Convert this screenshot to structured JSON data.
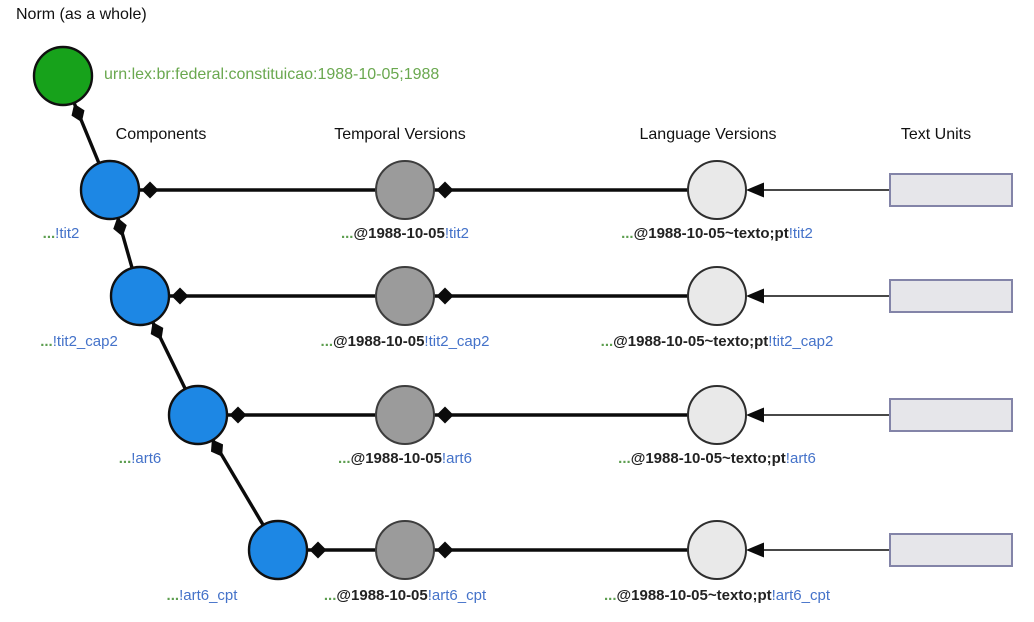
{
  "title": "Norm (as a whole)",
  "norm": {
    "urn": "urn:lex:br:federal:constituicao:1988-10-05;1988"
  },
  "columns": {
    "components": "Components",
    "temporal": "Temporal Versions",
    "language": "Language Versions",
    "text_units": "Text Units"
  },
  "rows": [
    {
      "component": {
        "prefix": "...",
        "fragment": "!tit2"
      },
      "temporal": {
        "prefix": "...",
        "version": "@1988-10-05",
        "fragment": "!tit2"
      },
      "language": {
        "prefix": "...",
        "version": "@1988-10-05~texto;pt",
        "fragment": "!tit2"
      }
    },
    {
      "component": {
        "prefix": "...",
        "fragment": "!tit2_cap2"
      },
      "temporal": {
        "prefix": "...",
        "version": "@1988-10-05",
        "fragment": "!tit2_cap2"
      },
      "language": {
        "prefix": "...",
        "version": "@1988-10-05~texto;pt",
        "fragment": "!tit2_cap2"
      }
    },
    {
      "component": {
        "prefix": "...",
        "fragment": "!art6"
      },
      "temporal": {
        "prefix": "...",
        "version": "@1988-10-05",
        "fragment": "!art6"
      },
      "language": {
        "prefix": "...",
        "version": "@1988-10-05~texto;pt",
        "fragment": "!art6"
      }
    },
    {
      "component": {
        "prefix": "...",
        "fragment": "!art6_cpt"
      },
      "temporal": {
        "prefix": "...",
        "version": "@1988-10-05",
        "fragment": "!art6_cpt"
      },
      "language": {
        "prefix": "...",
        "version": "@1988-10-05~texto;pt",
        "fragment": "!art6_cpt"
      }
    }
  ],
  "colors": {
    "norm_node": "#17a21b",
    "component_node": "#1d87e4",
    "temporal_node": "#9b9b9b",
    "language_node": "#e9e9e9",
    "text_unit_fill": "#e6e6ea",
    "text_unit_border": "#8384a8",
    "urn_text": "#6aa84f",
    "prefix_text": "#5d9e50",
    "version_text": "#222222",
    "fragment_text": "#4472c9"
  }
}
